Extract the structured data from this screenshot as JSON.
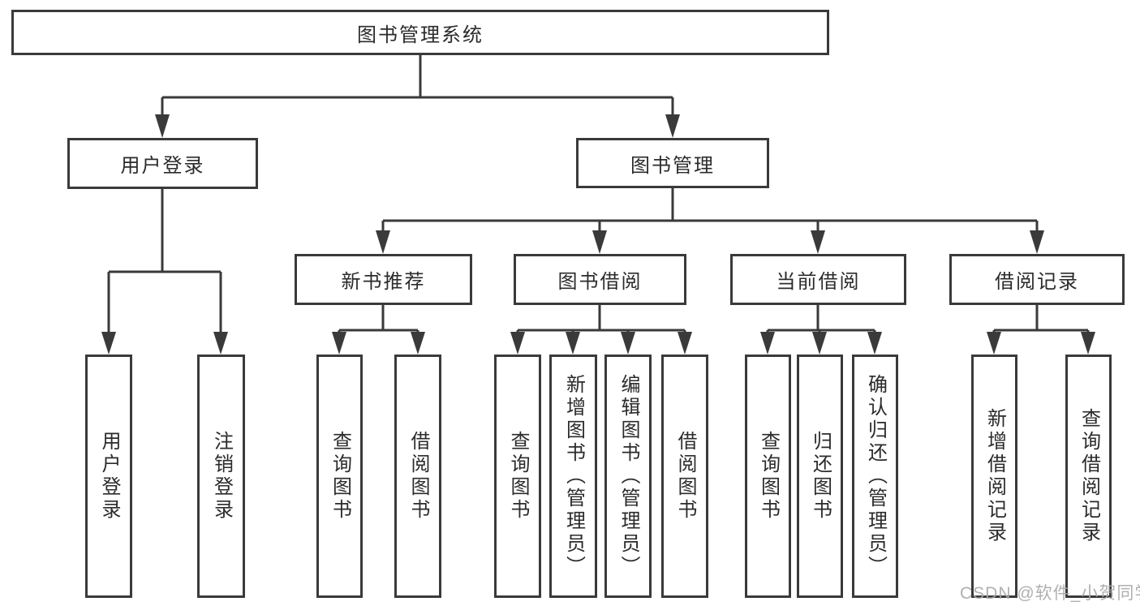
{
  "nodes": {
    "root": {
      "label": "图书管理系统"
    },
    "user_login": {
      "label": "用户登录"
    },
    "book_mgmt": {
      "label": "图书管理"
    },
    "new_book_rec": {
      "label": "新书推荐"
    },
    "book_borrow": {
      "label": "图书借阅"
    },
    "current_borrow": {
      "label": "当前借阅"
    },
    "borrow_records": {
      "label": "借阅记录"
    },
    "leaf_login": {
      "label": "用户登录"
    },
    "leaf_logout": {
      "label": "注销登录"
    },
    "leaf_rec_query": {
      "label": "查询图书"
    },
    "leaf_rec_borrow": {
      "label": "借阅图书"
    },
    "leaf_bor_query": {
      "label": "查询图书"
    },
    "leaf_bor_add": {
      "label": "新增图书（管理员）"
    },
    "leaf_bor_edit": {
      "label": "编辑图书（管理员）"
    },
    "leaf_bor_borrow": {
      "label": "借阅图书"
    },
    "leaf_cur_query": {
      "label": "查询图书"
    },
    "leaf_cur_return": {
      "label": "归还图书"
    },
    "leaf_cur_confirm": {
      "label": "确认归还（管理员）"
    },
    "leaf_hist_add": {
      "label": "新增借阅记录"
    },
    "leaf_hist_query": {
      "label": "查询借阅记录"
    }
  },
  "watermark": {
    "text": "CSDN @软件_小贺同学"
  },
  "colors": {
    "line": "#3a3a3a",
    "text": "#2b2b2b",
    "box_fill": "#ffffff",
    "watermark": "#a8a8a8",
    "background": "#ffffff"
  }
}
